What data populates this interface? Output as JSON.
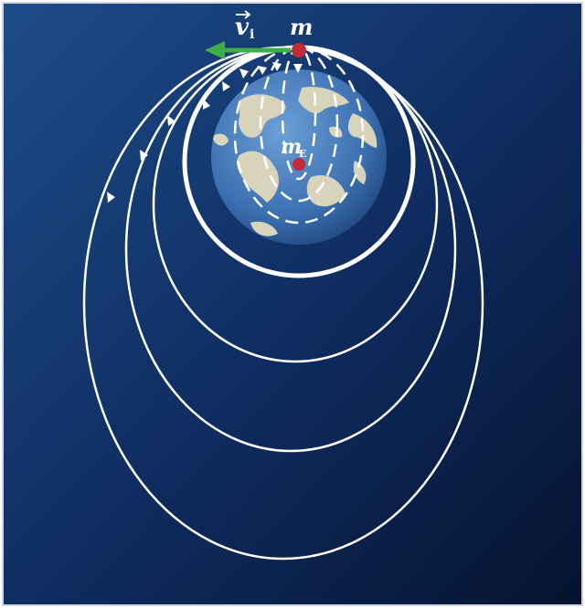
{
  "labels": {
    "velocity_symbol": "v",
    "velocity_subscript": "i",
    "orbiting_mass": "m",
    "earth_mass_symbol": "m",
    "earth_mass_subscript": "E"
  },
  "colors": {
    "background_top": "#1f4e8c",
    "background_bottom": "#071738",
    "orbit_line": "#ffffff",
    "velocity_arrow": "#3fae49",
    "mass_dot": "#c42a3a",
    "earth_ocean": "#3f76b8",
    "earth_land": "#d9d4bd"
  },
  "icons": {
    "earth": "earth-globe-icon",
    "velocity": "arrow-left-icon"
  }
}
